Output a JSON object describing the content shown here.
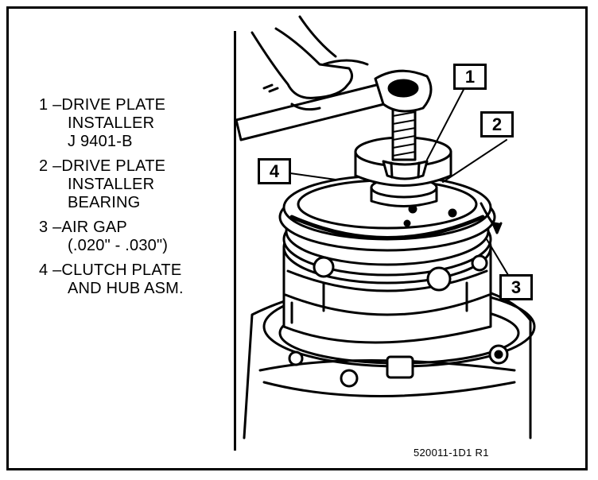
{
  "legend": [
    {
      "number": "1",
      "lines": [
        "DRIVE PLATE",
        "INSTALLER",
        "J 9401-B"
      ]
    },
    {
      "number": "2",
      "lines": [
        "DRIVE PLATE",
        "INSTALLER",
        "BEARING"
      ]
    },
    {
      "number": "3",
      "lines": [
        "AIR GAP",
        "(.020\" - .030\")"
      ]
    },
    {
      "number": "4",
      "lines": [
        "CLUTCH PLATE",
        "AND HUB ASM."
      ]
    }
  ],
  "callouts": [
    "1",
    "2",
    "3",
    "4"
  ],
  "caption": "520011-1D1 R1"
}
